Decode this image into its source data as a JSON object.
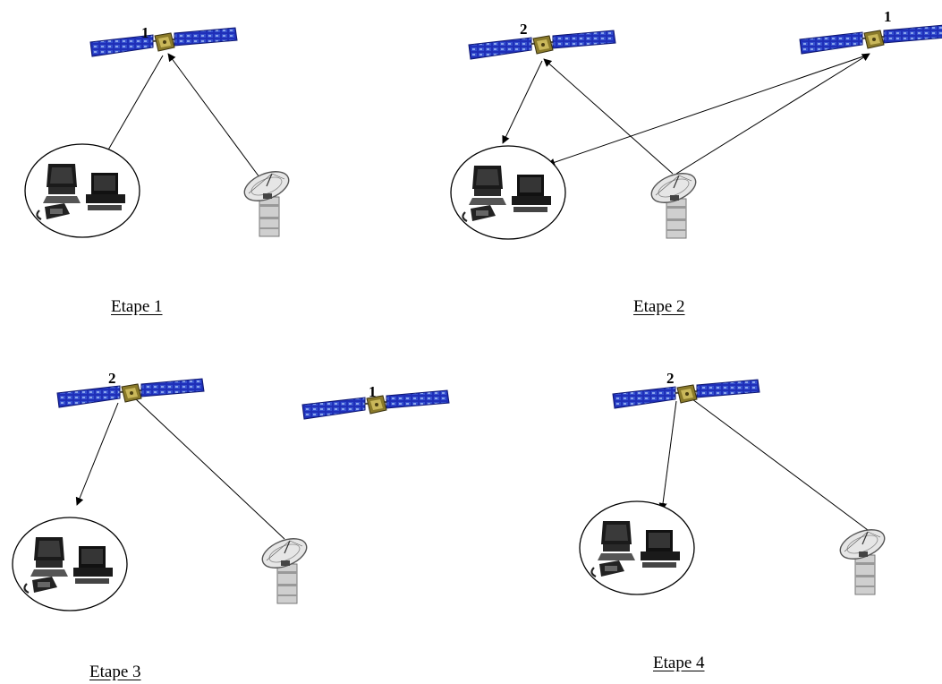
{
  "steps": [
    {
      "label": "Etape 1"
    },
    {
      "label": "Etape 2"
    },
    {
      "label": "Etape 3"
    },
    {
      "label": "Etape 4"
    }
  ],
  "satellites": {
    "s1": "1",
    "s2": "2"
  },
  "icons": {
    "satellite": "satellite-icon",
    "ground_station": "satellite-dish-icon",
    "user_terminals": "computer-phone-icon"
  },
  "colors": {
    "solar_panel": "#1f2fb8",
    "solar_panel_light": "#6f8ce0",
    "satellite_body": "#8a7a2a",
    "link_line": "#000000"
  }
}
